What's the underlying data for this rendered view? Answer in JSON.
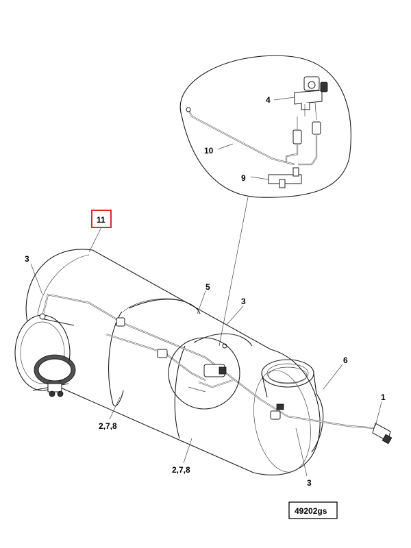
{
  "figure": {
    "code": "49202gs"
  },
  "callouts": [
    {
      "id": "c4",
      "label": "4"
    },
    {
      "id": "c10",
      "label": "10"
    },
    {
      "id": "c9",
      "label": "9"
    },
    {
      "id": "c11",
      "label": "11",
      "highlighted": true
    },
    {
      "id": "c3a",
      "label": "3"
    },
    {
      "id": "c5",
      "label": "5"
    },
    {
      "id": "c3b",
      "label": "3"
    },
    {
      "id": "c6",
      "label": "6"
    },
    {
      "id": "c1",
      "label": "1"
    },
    {
      "id": "c278a",
      "label": "2,7,8"
    },
    {
      "id": "c278b",
      "label": "2,7,8"
    },
    {
      "id": "c3c",
      "label": "3"
    }
  ],
  "colors": {
    "highlight": "#d92a2a",
    "line": "#1a1a1a"
  }
}
